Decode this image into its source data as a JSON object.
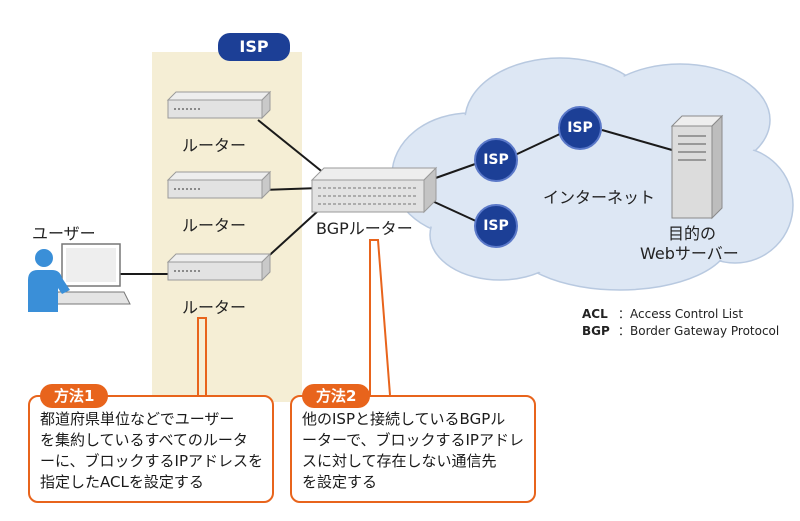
{
  "isp_area": {
    "label": "ISP"
  },
  "routers": [
    {
      "label": "ルーター"
    },
    {
      "label": "ルーター"
    },
    {
      "label": "ルーター"
    }
  ],
  "user": {
    "label": "ユーザー"
  },
  "bgp_router": {
    "label": "BGPルーター"
  },
  "internet": {
    "label": "インターネット",
    "isp_nodes": [
      {
        "label": "ISP"
      },
      {
        "label": "ISP"
      },
      {
        "label": "ISP"
      }
    ]
  },
  "web_server": {
    "label_line1": "目的の",
    "label_line2": "Webサーバー"
  },
  "legend": [
    {
      "abbr": "ACL",
      "desc": "：Access Control List"
    },
    {
      "abbr": "BGP",
      "desc": "：Border Gateway Protocol"
    }
  ],
  "method1": {
    "badge": "方法1",
    "lines": [
      "都道府県単位などでユーザー",
      "を集約しているすべてのルータ",
      "ーに、ブロックするIPアドレスを",
      "指定したACLを設定する"
    ]
  },
  "method2": {
    "badge": "方法2",
    "lines": [
      "他のISPと接続しているBGPル",
      "ーターで、ブロックするIPアドレ",
      "スに対して存在しない通信先",
      "を設定する"
    ]
  },
  "colors": {
    "isp_blue": "#1c3f96",
    "accent_orange": "#e8641c",
    "isp_area_bg": "#f5eed5",
    "cloud": "#dde7f4"
  }
}
